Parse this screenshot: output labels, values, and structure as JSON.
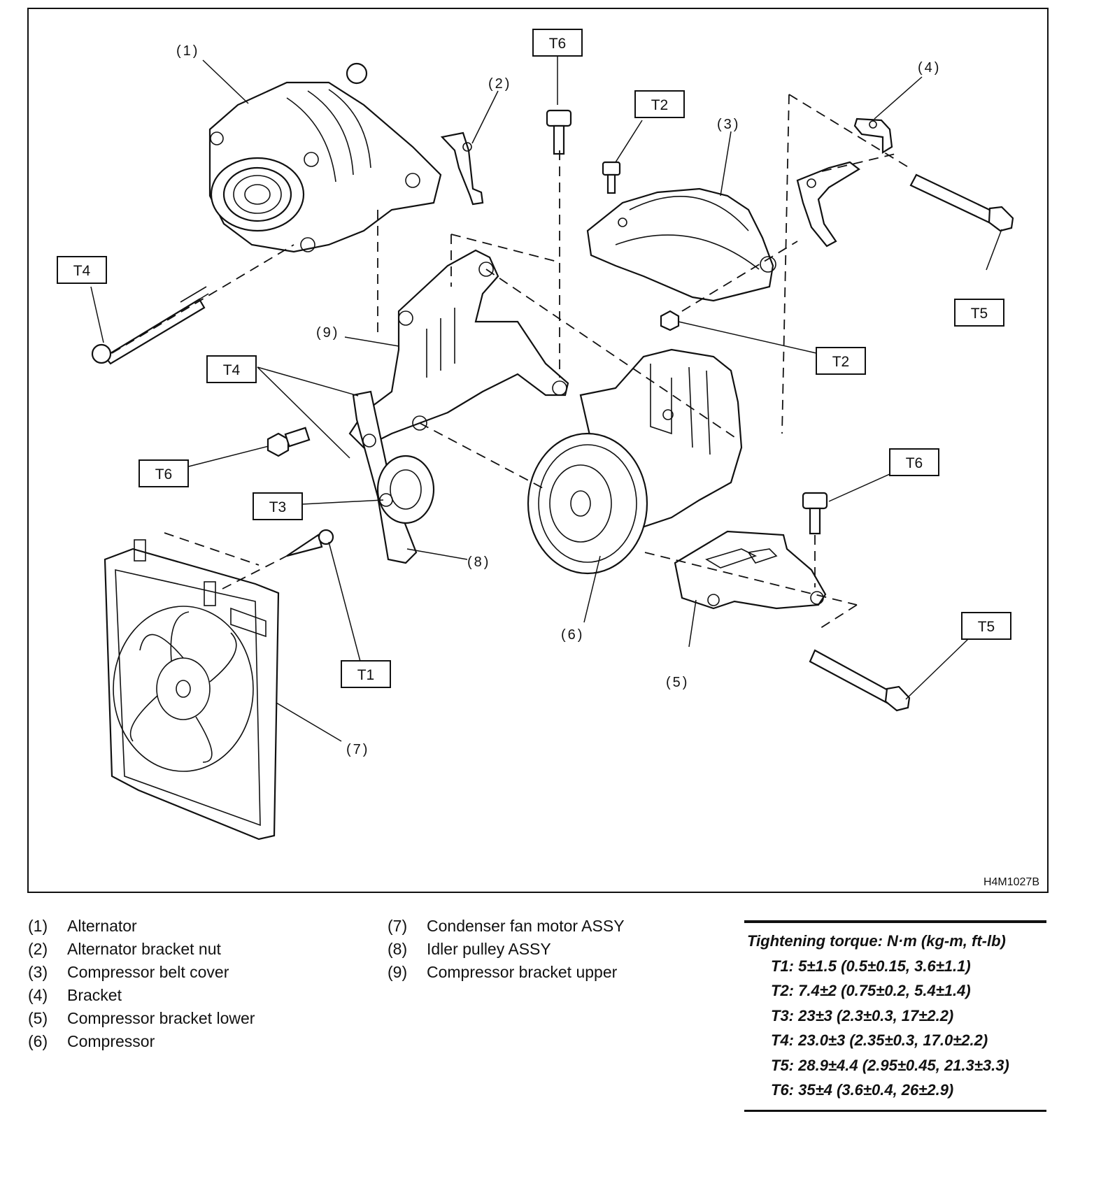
{
  "figure": {
    "id": "H4M1027B",
    "callouts": [
      "(1)",
      "(2)",
      "(3)",
      "(4)",
      "(5)",
      "(6)",
      "(7)",
      "(8)",
      "(9)"
    ],
    "torque_labels": {
      "t4_left": "T4",
      "t6_top": "T6",
      "t2_top": "T2",
      "t5_top": "T5",
      "t2_right": "T2",
      "t4_mid": "T4",
      "t6_left": "T6",
      "t3": "T3",
      "t6_right": "T6",
      "t1": "T1",
      "t5_bottom": "T5"
    }
  },
  "legend": {
    "left": [
      {
        "num": "(1)",
        "name": "Alternator"
      },
      {
        "num": "(2)",
        "name": "Alternator bracket nut"
      },
      {
        "num": "(3)",
        "name": "Compressor belt cover"
      },
      {
        "num": "(4)",
        "name": "Bracket"
      },
      {
        "num": "(5)",
        "name": "Compressor bracket lower"
      },
      {
        "num": "(6)",
        "name": "Compressor"
      }
    ],
    "right": [
      {
        "num": "(7)",
        "name": "Condenser fan motor ASSY"
      },
      {
        "num": "(8)",
        "name": "Idler pulley ASSY"
      },
      {
        "num": "(9)",
        "name": "Compressor bracket upper"
      }
    ]
  },
  "torque": {
    "title": "Tightening torque: N·m (kg-m, ft-lb)",
    "rows": [
      "T1: 5±1.5 (0.5±0.15, 3.6±1.1)",
      "T2: 7.4±2 (0.75±0.2, 5.4±1.4)",
      "T3: 23±3 (2.3±0.3, 17±2.2)",
      "T4: 23.0±3 (2.35±0.3, 17.0±2.2)",
      "T5: 28.9±4.4 (2.95±0.45, 21.3±3.3)",
      "T6: 35±4 (3.6±0.4, 26±2.9)"
    ]
  }
}
